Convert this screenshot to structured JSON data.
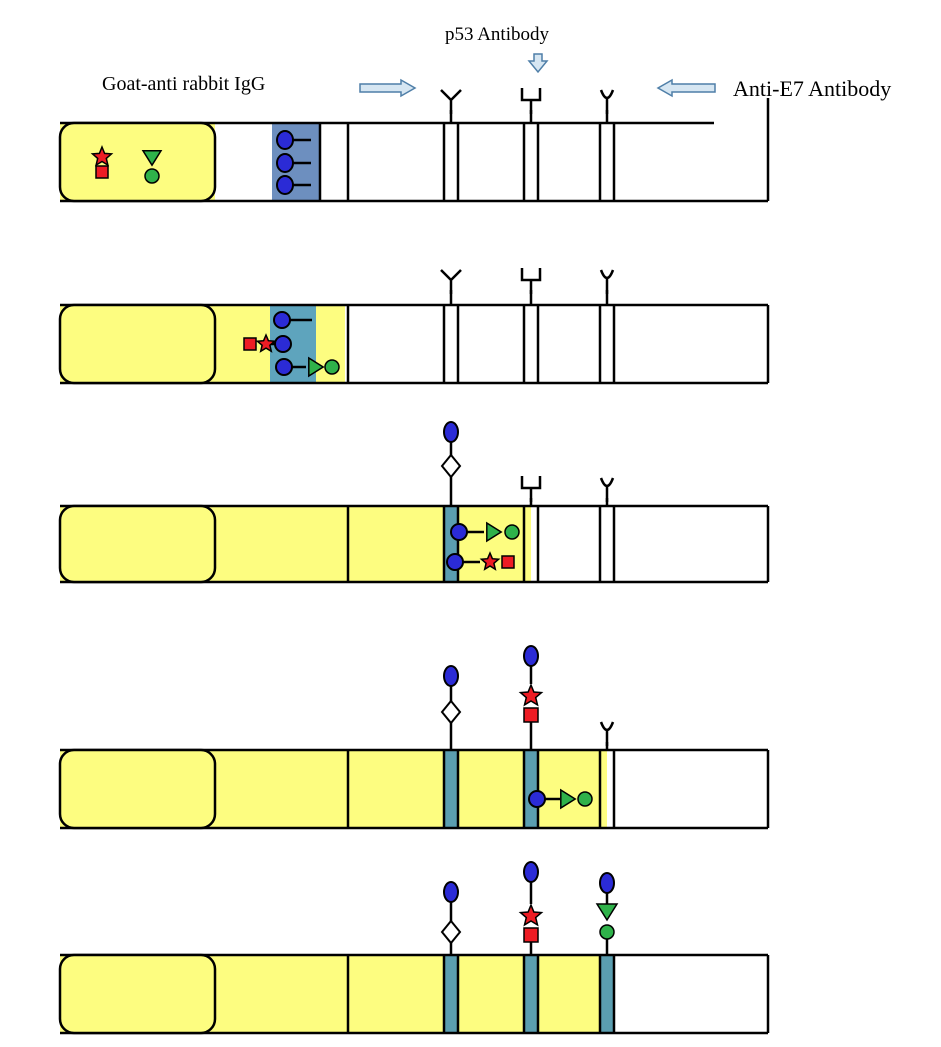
{
  "labels": {
    "p53": "p53 Antibody",
    "goat": "Goat-anti rabbit IgG",
    "e7": "Anti-E7 Antibody"
  },
  "colors": {
    "sample_pad": "#fdfd80",
    "strip_fill": "#ffffff",
    "flow_front": "#fdfd80",
    "conjugate_zone": "#6d8fbf",
    "conjugate_zone_wet": "#5ea4bd",
    "capture_line_bound": "#5b9eb0",
    "antibody_blue": "#2b2bd6",
    "p53_marker_red": "#ee1c24",
    "e7_marker_green": "#2fb24a",
    "arrow_fill": "#d6e6f2",
    "arrow_stroke": "#4f7fa8"
  },
  "icons": {
    "antibody_goat": "y-antibody-icon",
    "antibody_p53": "u-square-antibody-icon",
    "antibody_e7": "cup-antibody-icon",
    "rabbit_igg": "diamond-icon"
  },
  "strips": [
    {
      "step": 1,
      "wet_front": "none",
      "conjugate": "dry",
      "capture": [
        "empty",
        "empty",
        "empty"
      ]
    },
    {
      "step": 2,
      "wet_front": "conjugate",
      "conjugate": "released",
      "capture": [
        "empty",
        "empty",
        "empty"
      ]
    },
    {
      "step": 3,
      "wet_front": "p53-line",
      "conjugate": "gone",
      "capture": [
        "bound",
        "empty",
        "empty"
      ]
    },
    {
      "step": 4,
      "wet_front": "e7-line",
      "conjugate": "gone",
      "capture": [
        "bound",
        "bound",
        "empty"
      ]
    },
    {
      "step": 5,
      "wet_front": "e7-line",
      "conjugate": "gone",
      "capture": [
        "bound",
        "bound",
        "bound"
      ]
    }
  ]
}
